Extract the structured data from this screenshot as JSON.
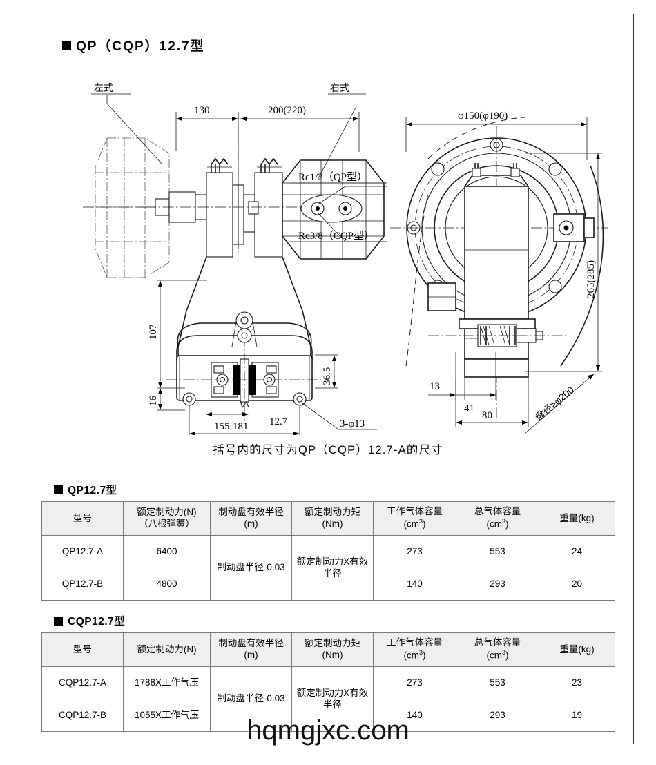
{
  "page": {
    "heading_main": "QP（CQP）12.7型",
    "caption": "括号内的尺寸为QP（CQP）12.7-A的尺寸",
    "watermark": "hqmgjxc.com"
  },
  "drawing": {
    "labels": {
      "left_type": "左式",
      "right_type": "右式",
      "dim_130": "130",
      "dim_200_220": "200(220)",
      "rc_qp": "Rc1/2（QP型）",
      "rc_cqp": "Rc3/8（CQP型）",
      "dim_phi150": "φ150(φ190)",
      "dim_265_285": "265(285)",
      "dim_107": "107",
      "dim_16": "16",
      "dim_36_5": "36.5",
      "dim_12_7": "12.7",
      "dim_155": "155",
      "dim_181": "181",
      "dim_3phi13": "3-φ13",
      "dim_13": "13",
      "dim_41": "41",
      "dim_80": "80",
      "disc_note": "盘径≥φ200"
    }
  },
  "tables": [
    {
      "id": "qp",
      "heading": "QP12.7型",
      "columns": [
        "型号",
        "额定制动力(N)\n（八根弹簧）",
        "制动盘有效半径\n(m)",
        "额定制动力矩\n(Nm)",
        "工作气体容量\n(cm3)",
        "总气体容量\n(cm3)",
        "重量(kg)"
      ],
      "merged": {
        "radius": "制动盘半径-0.03",
        "torque": "额定制动力X有效\n半径"
      },
      "rows": [
        {
          "model": "QP12.7-A",
          "force": "6400",
          "work_volume": "273",
          "total_volume": "553",
          "weight": "24"
        },
        {
          "model": "QP12.7-B",
          "force": "4800",
          "work_volume": "140",
          "total_volume": "293",
          "weight": "20"
        }
      ]
    },
    {
      "id": "cqp",
      "heading": "CQP12.7型",
      "columns": [
        "型号",
        "额定制动力(N)",
        "制动盘有效半径\n(m)",
        "额定制动力矩\n(Nm)",
        "工作气体容量\n(cm3)",
        "总气体容量\n(cm3)",
        "重量(kg)"
      ],
      "merged": {
        "radius": "制动盘半径-0.03",
        "torque": "额定制动力X有效\n半径"
      },
      "rows": [
        {
          "model": "CQP12.7-A",
          "force": "1788X工作气压",
          "work_volume": "273",
          "total_volume": "553",
          "weight": "23"
        },
        {
          "model": "CQP12.7-B",
          "force": "1055X工作气压",
          "work_volume": "140",
          "total_volume": "293",
          "weight": "19"
        }
      ]
    }
  ]
}
